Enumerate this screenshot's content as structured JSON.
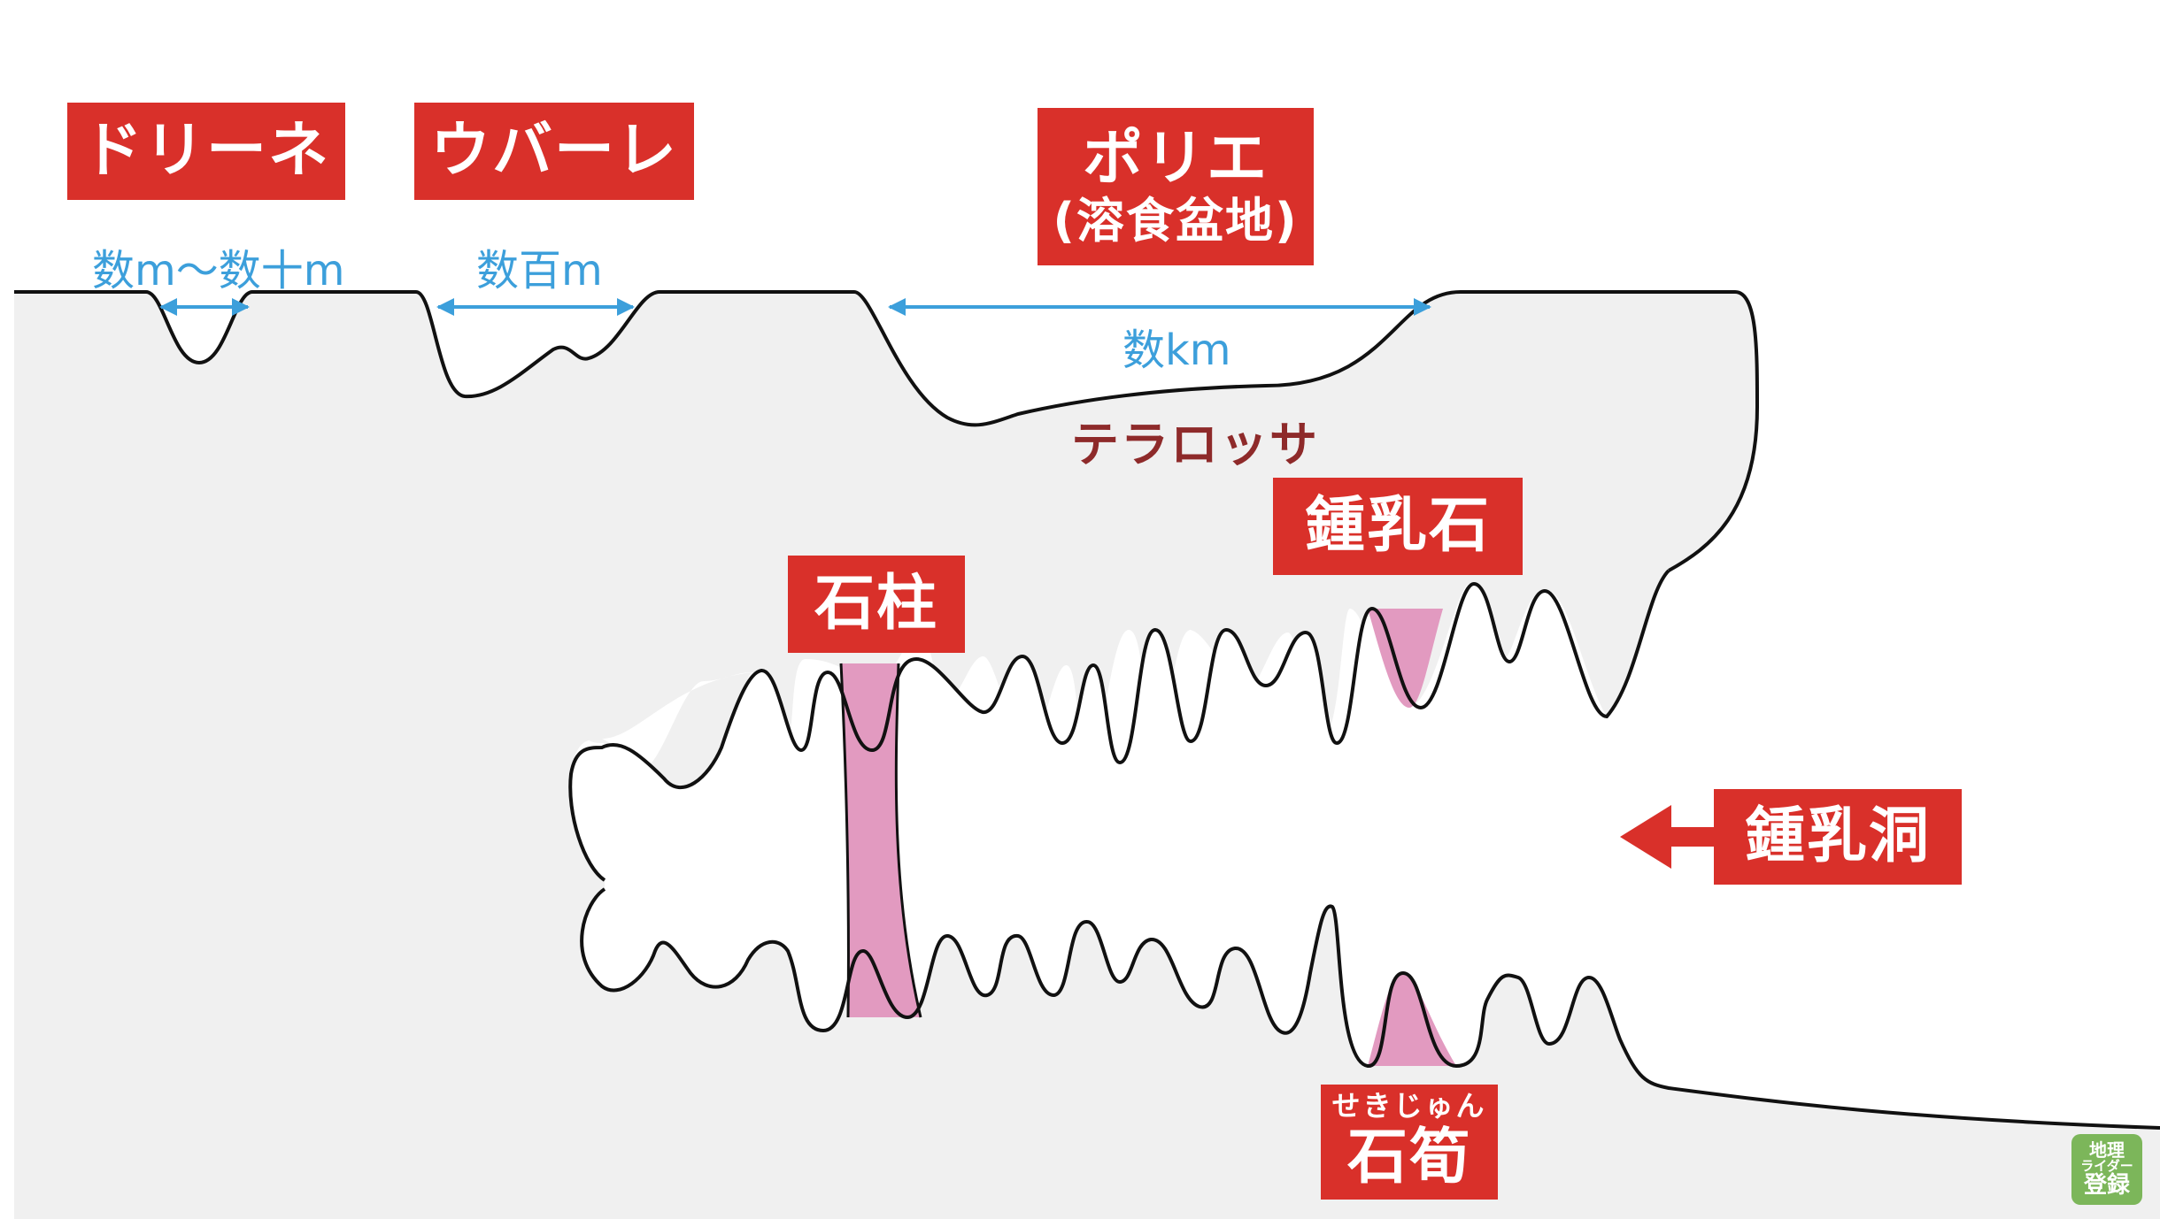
{
  "labels": {
    "doline": "ドリーネ",
    "uvala": "ウバーレ",
    "polje": "ポリエ",
    "polje_sub": "(溶食盆地)",
    "stalactite": "鍾乳石",
    "column": "石柱",
    "cave": "鍾乳洞",
    "stalagmite": "石筍",
    "stalagmite_ruby": "せきじゅん"
  },
  "measurements": {
    "doline": "数m〜数十m",
    "uvala": "数百m",
    "polje": "数km"
  },
  "terra_rossa": "テラロッサ",
  "badge": {
    "line1": "地理",
    "line2": "ライダー",
    "line3": "登録"
  },
  "colors": {
    "label_bg": "#d9302a",
    "measure_text": "#3c9fdb",
    "terra_text": "#8e2a2a",
    "ground_fill": "#f0f0f0",
    "formation_fill": "#e29ac0",
    "outline": "#111111",
    "badge_bg": "#7cb65a"
  }
}
